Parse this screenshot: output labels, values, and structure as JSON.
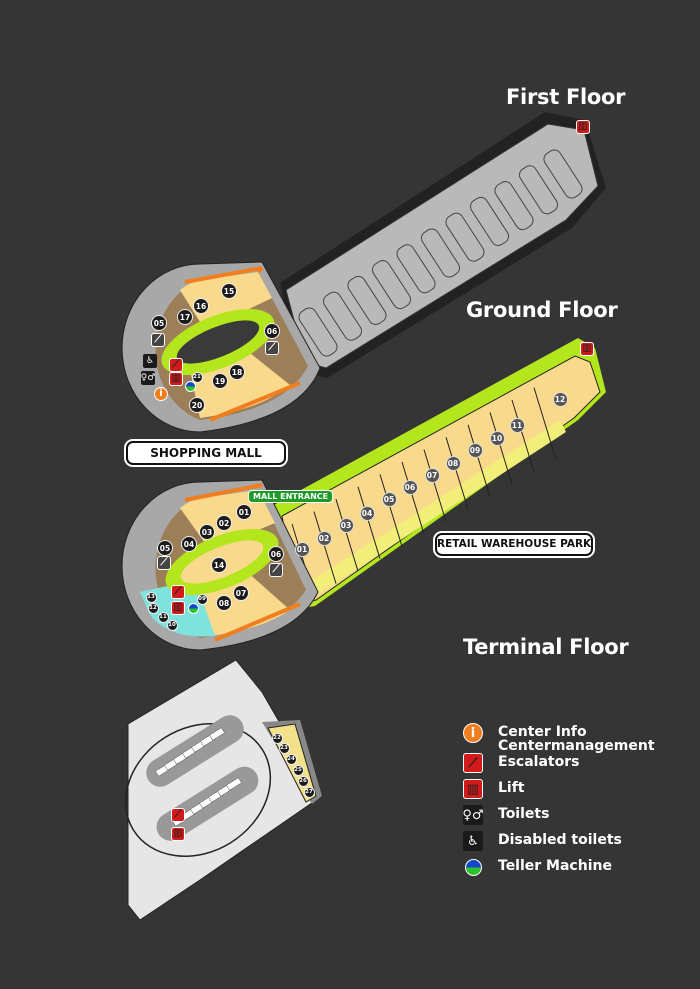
{
  "floors": {
    "first": {
      "title": "First Floor",
      "units": [
        "15",
        "16",
        "17",
        "05",
        "06",
        "21",
        "18",
        "19",
        "20"
      ]
    },
    "ground": {
      "title": "Ground Floor",
      "units": [
        "01",
        "02",
        "03",
        "04",
        "05",
        "14",
        "06",
        "07",
        "08",
        "09",
        "13",
        "12",
        "11",
        "10"
      ]
    },
    "terminal": {
      "title": "Terminal Floor",
      "units": [
        "22",
        "23",
        "24",
        "25",
        "26",
        "27"
      ]
    }
  },
  "retail": {
    "units": [
      "01",
      "02",
      "03",
      "04",
      "05",
      "06",
      "07",
      "08",
      "09",
      "10",
      "11",
      "12"
    ]
  },
  "labels": {
    "shopping_mall": "SHOPPING MALL",
    "retail_park": "RETAIL WAREHOUSE PARK",
    "mall_entrance": "MALL ENTRANCE"
  },
  "legend": [
    {
      "icon": "info-icon",
      "label": "Center Info",
      "label2": "Centermanagement"
    },
    {
      "icon": "escalator-icon",
      "label": "Escalators"
    },
    {
      "icon": "lift-icon",
      "label": "Lift"
    },
    {
      "icon": "toilets-icon",
      "label": "Toilets"
    },
    {
      "icon": "disabled-toilet-icon",
      "label": "Disabled toilets"
    },
    {
      "icon": "teller-machine-icon",
      "label": "Teller Machine"
    }
  ],
  "colors": {
    "background": "#353535",
    "shop": "#f9d98c",
    "anchor": "#9c7f58",
    "walkway": "#b4e61e",
    "parking": "#b9b9b9",
    "cyan": "#7fe3dd",
    "escalator": "#d11a1a",
    "info": "#f07d1e"
  }
}
